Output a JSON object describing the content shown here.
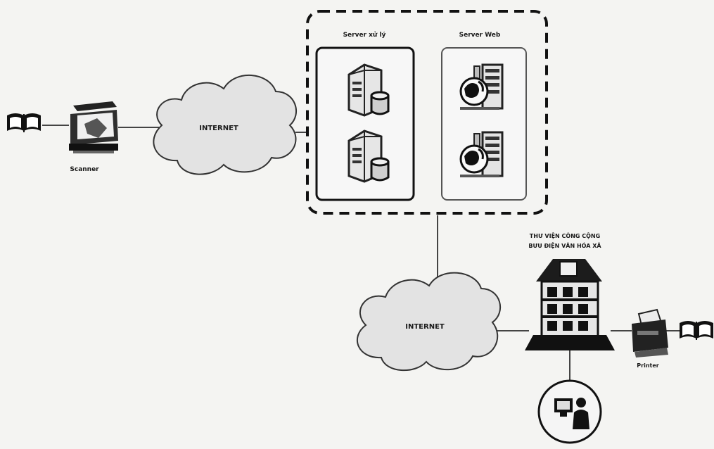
{
  "diagram": {
    "server_processing_label": "Server xử lý",
    "server_web_label": "Server Web",
    "internet_top_label": "INTERNET",
    "internet_bottom_label": "INTERNET",
    "scanner_label": "Scanner",
    "printer_label": "Printer",
    "library_label_line1": "THƯ VIỆN CÔNG CỘNG",
    "library_label_line2": "BƯU ĐIỆN VĂN HÓA XÃ"
  }
}
